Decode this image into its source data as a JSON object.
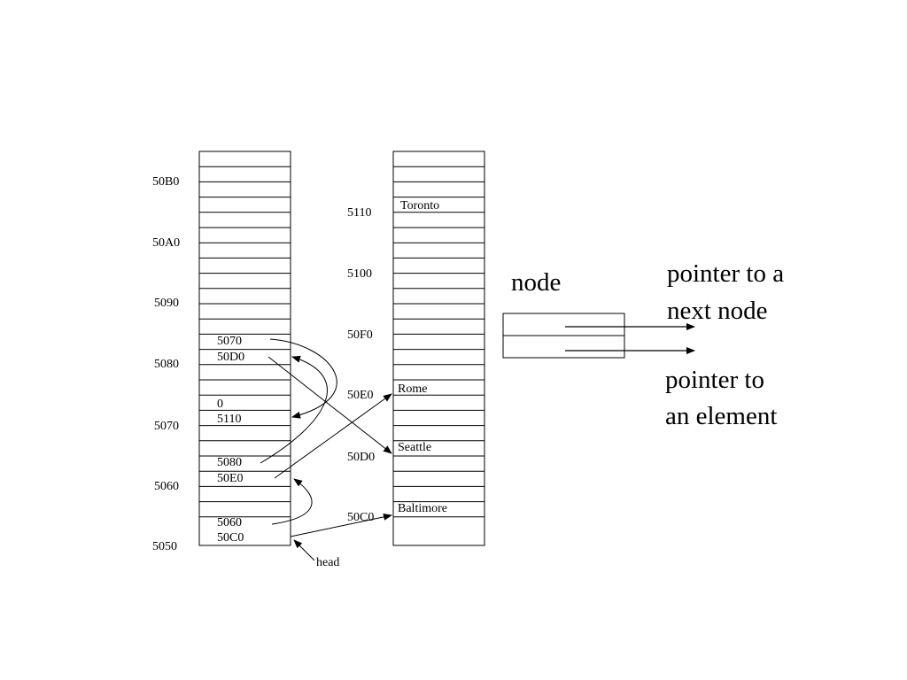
{
  "memory_left": {
    "addresses": [
      "50B0",
      "50A0",
      "5090",
      "5080",
      "5070",
      "5060",
      "5050"
    ],
    "cells": [
      "5070",
      "50D0",
      "0",
      "5110",
      "5080",
      "50E0",
      "5060",
      "50C0"
    ]
  },
  "memory_right": {
    "addresses": [
      "5110",
      "5100",
      "50F0",
      "50E0",
      "50D0",
      "50C0"
    ],
    "cells": [
      "Toronto",
      "Rome",
      "Seattle",
      "Baltimore"
    ]
  },
  "head_label": "head",
  "legend": {
    "node_label": "node",
    "next_pointer_label_line1": "pointer to a",
    "next_pointer_label_line2": "next node",
    "element_pointer_label_line1": "pointer to",
    "element_pointer_label_line2": "an element"
  },
  "colors": {
    "line": "#000000",
    "background": "#ffffff"
  }
}
